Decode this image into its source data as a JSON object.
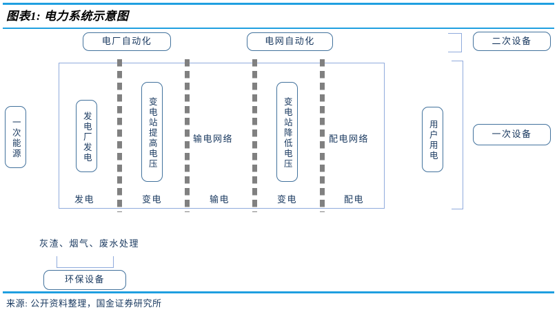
{
  "header": {
    "title": "图表1: 电力系统示意图"
  },
  "top_boxes": [
    {
      "label": "电厂自动化"
    },
    {
      "label": "电网自动化"
    },
    {
      "label": "二次设备"
    }
  ],
  "side_boxes": {
    "primary_energy": "一次能源",
    "user_consumption": "用户用电",
    "primary_equipment": "一次设备"
  },
  "stages": [
    {
      "box": "发电厂发电",
      "caption": "发电"
    },
    {
      "box": "变电站提高电压",
      "caption": "变电"
    },
    {
      "box": "输电网络",
      "caption": "输电"
    },
    {
      "box": "变电站降低电压",
      "caption": "变电"
    },
    {
      "box": "配电网络",
      "caption": "配电"
    }
  ],
  "bottom": {
    "treatment_label": "灰渣、烟气、废水处理",
    "equipment_box": "环保设备"
  },
  "footer": {
    "source": "来源: 公开资料整理，国金证券研究所"
  },
  "colors": {
    "accent_rule": "#1f9fe0",
    "box_border": "#41719c",
    "outline": "#8faadc",
    "text": "#17375e",
    "dash": "#808080"
  }
}
